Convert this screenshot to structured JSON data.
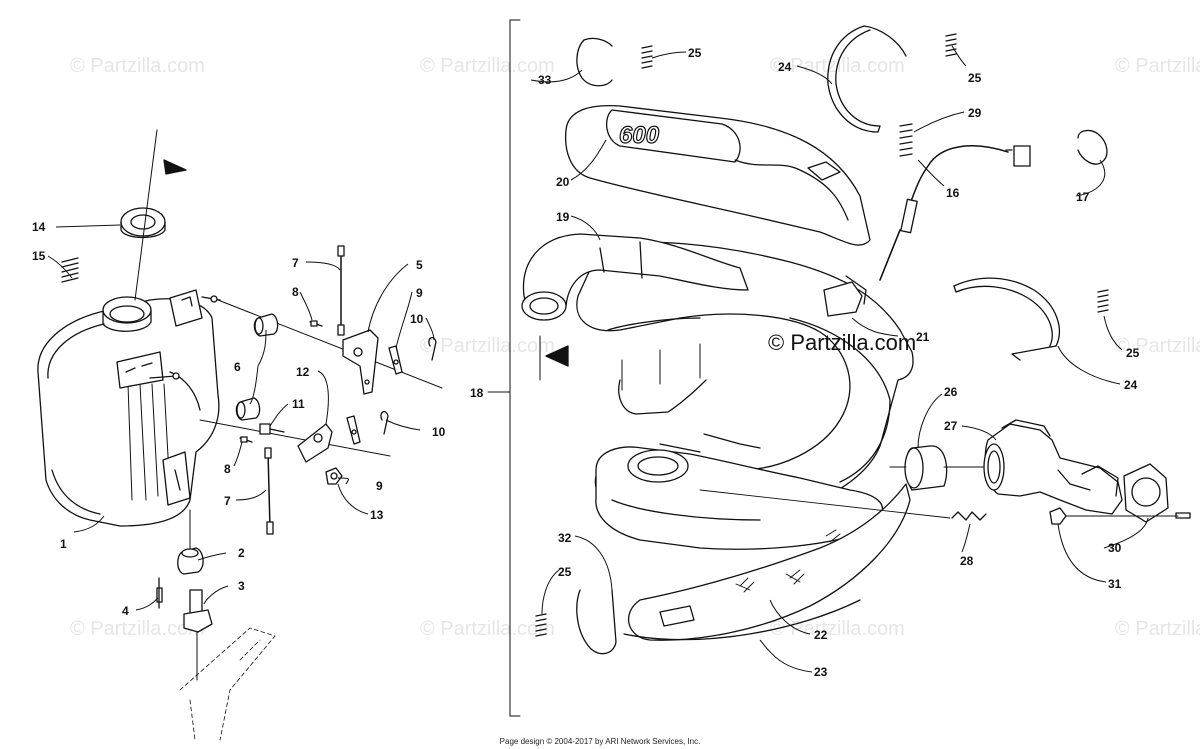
{
  "watermark": "© Partzilla.com",
  "center_watermark": "© Partzilla.com",
  "panel_badge": "600",
  "footer": "Page design © 2004-2017 by ARI Network Services, Inc.",
  "callouts": {
    "c1": "1",
    "c2": "2",
    "c3": "3",
    "c4": "4",
    "c5": "5",
    "c6": "6",
    "c7a": "7",
    "c7b": "7",
    "c8a": "8",
    "c8b": "8",
    "c9a": "9",
    "c9b": "9",
    "c10a": "10",
    "c10b": "10",
    "c11": "11",
    "c12": "12",
    "c13": "13",
    "c14": "14",
    "c15": "15",
    "c16": "16",
    "c17": "17",
    "c18": "18",
    "c19": "19",
    "c20": "20",
    "c21": "21",
    "c22": "22",
    "c23": "23",
    "c24a": "24",
    "c24b": "24",
    "c25a": "25",
    "c25b": "25",
    "c25c": "25",
    "c25d": "25",
    "c26": "26",
    "c27": "27",
    "c28": "28",
    "c29": "29",
    "c30": "30",
    "c31": "31",
    "c32": "32",
    "c33": "33"
  }
}
